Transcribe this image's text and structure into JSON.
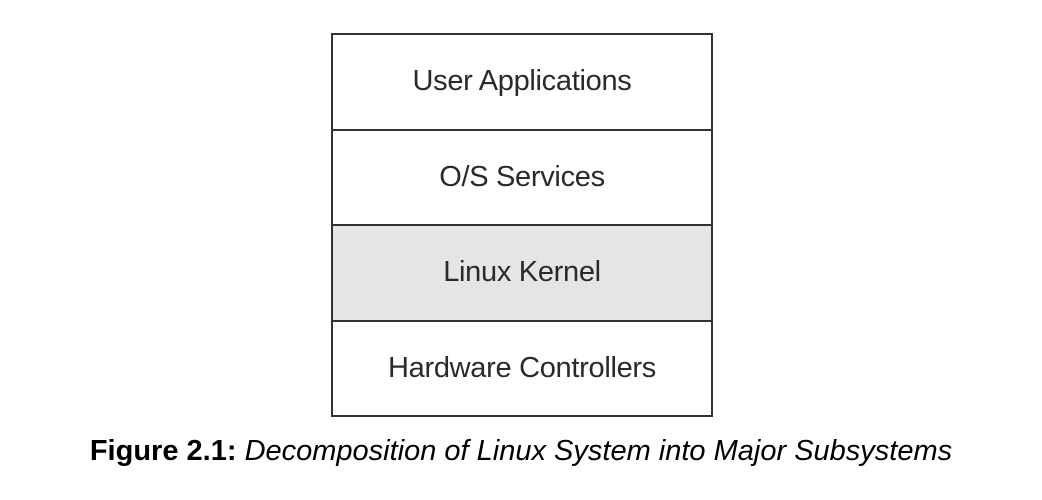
{
  "diagram": {
    "layers": [
      {
        "label": "User Applications",
        "highlighted": false
      },
      {
        "label": "O/S Services",
        "highlighted": false
      },
      {
        "label": "Linux Kernel",
        "highlighted": true
      },
      {
        "label": "Hardware Controllers",
        "highlighted": false
      }
    ],
    "colors": {
      "border": "#333333",
      "highlight_fill": "#e5e5e5",
      "default_fill": "#ffffff"
    }
  },
  "caption": {
    "label": "Figure 2.1:",
    "text": "Decomposition of Linux System into Major Subsystems"
  }
}
